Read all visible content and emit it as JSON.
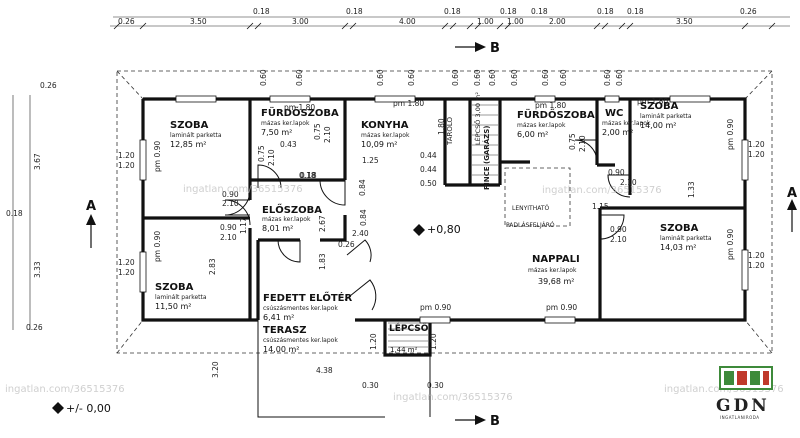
{
  "rooms": [
    {
      "name": "SZOBA",
      "floor": "laminált parketta",
      "area": "12,85 m²"
    },
    {
      "name": "FÜRDŐSZOBA",
      "floor": "mázas ker.lapok",
      "area": "7,50 m²"
    },
    {
      "name": "KONYHA",
      "floor": "mázas ker.lapok",
      "area": "10,09 m²"
    },
    {
      "name": "FÜRDŐSZOBA",
      "floor": "mázas ker.lapok",
      "area": "6,00 m²"
    },
    {
      "name": "WC",
      "floor": "mázas ker.lapok",
      "area": "2,00 m²"
    },
    {
      "name": "SZOBA",
      "floor": "laminált parketta",
      "area": "14,00 m²"
    },
    {
      "name": "ELŐSZOBA",
      "floor": "mázas ker.lapok",
      "area": "8,01 m²"
    },
    {
      "name": "SZOBA",
      "floor": "laminált parketta",
      "area": "14,03 m²"
    },
    {
      "name": "SZOBA",
      "floor": "laminált parketta",
      "area": "11,50 m²"
    },
    {
      "name": "FEDETT ELŐTÉR",
      "floor": "csúszásmentes ker.lapok",
      "area": "6,41 m²"
    },
    {
      "name": "NAPPALI",
      "floor": "mázas ker.lapok",
      "area": "39,68 m²"
    },
    {
      "name": "TERASZ",
      "floor": "csúszásmentes ker.lapok",
      "area": "14,00 m²"
    },
    {
      "name": "LÉPCSŐ",
      "floor": "",
      "area": "1,44 m²"
    }
  ],
  "vertical_labels": {
    "pince": "PINCE (GARÁZS)",
    "lepcso": "LÉPCSŐ 3,00 m²",
    "tarolo": "TÁROLÓ"
  },
  "notes": {
    "ladder_1": "LENYITHATÓ",
    "ladder_2": "PADLÁSFELJÁRÓ",
    "level_main": "+0,80",
    "level_ground": "+/- 0,00"
  },
  "section_marks": {
    "top": "B",
    "bottom": "B",
    "left": "A",
    "right": "A"
  },
  "top_dims": [
    "0.26",
    "3.50",
    "0.18",
    "3.00",
    "0.18",
    "4.00",
    "0.18",
    "1.00",
    "0.18",
    "1.00",
    "0.18",
    "2.00",
    "0.18",
    "0.18",
    "3.50",
    "0.26"
  ],
  "left_dims": [
    "0.26",
    "3.67",
    "0.18",
    "3.33",
    "0.26"
  ],
  "dims_misc": [
    "pm 1.80",
    "pm 1.80",
    "pm 1.80",
    "pm 1.80",
    "pm 0.90",
    "pm 0.90",
    "pm 0.90",
    "pm 0.90",
    "pm 0.90",
    "pm 0.90",
    "0.60",
    "0.60",
    "0.60",
    "0.60",
    "0.60",
    "0.60",
    "0.60",
    "0.60",
    "0.60",
    "0.60",
    "0.60",
    "0.60",
    "1.20",
    "1.20",
    "1.20",
    "1.20",
    "1.20",
    "1.20",
    "1.20",
    "1.20",
    "0.90",
    "2.10",
    "0.90",
    "2.10",
    "0.90",
    "2.10",
    "0.90",
    "2.10",
    "0.75",
    "2.10",
    "0.75",
    "2.10",
    "0.75",
    "2.10",
    "1.25",
    "0.18",
    "0.44",
    "0.44",
    "0.50",
    "1.80",
    "0.84",
    "2.67",
    "2.83",
    "0.84",
    "2.40",
    "0.26",
    "1.83",
    "1.17",
    "1.33",
    "1.15",
    "0.18",
    "0.43",
    "3.20",
    "4.38",
    "0.30",
    "0.30",
    "1.20",
    "1.20"
  ],
  "watermarks": [
    "ingatlan.com/36515376",
    "ingatlan.com/36515376",
    "ingatlan.com/36515376",
    "ingatlan.com/36515376",
    "ingatlan.com/36515376"
  ],
  "logo": {
    "name": "GDN",
    "tagline": "INGATLANIRODA"
  },
  "colors": {
    "wall": "#111111",
    "watermark": "#bbbbbb",
    "logo_green": "#3e8a3a",
    "logo_red": "#c0392b"
  }
}
